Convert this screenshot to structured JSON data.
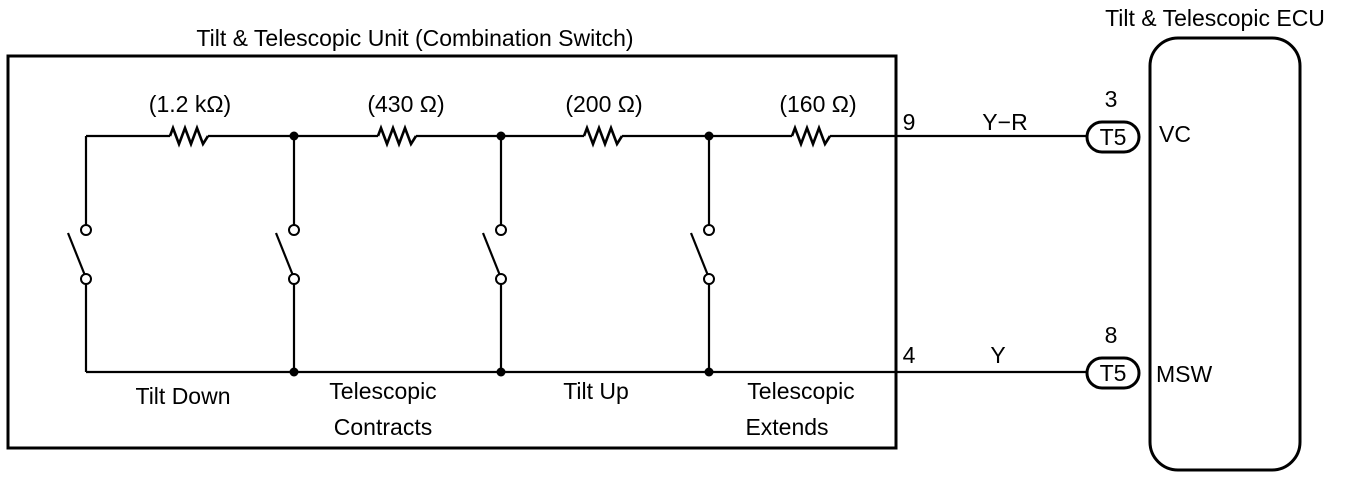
{
  "unit": {
    "title": "Tilt & Telescopic Unit (Combination Switch)"
  },
  "ecu": {
    "title": "Tilt & Telescopic ECU"
  },
  "resistors": [
    {
      "value": "(1.2 kΩ)"
    },
    {
      "value": "(430 Ω)"
    },
    {
      "value": "(200 Ω)"
    },
    {
      "value": "(160 Ω)"
    }
  ],
  "switches": [
    {
      "label_lines": [
        "Tilt Down"
      ]
    },
    {
      "label_lines": [
        "Telescopic",
        "Contracts"
      ]
    },
    {
      "label_lines": [
        "Tilt Up"
      ]
    },
    {
      "label_lines": [
        "Telescopic",
        "Extends"
      ]
    }
  ],
  "wires": [
    {
      "unit_pin": "9",
      "color": "Y−R",
      "connector": "T5",
      "ecu_pin": "3",
      "ecu_terminal": "VC"
    },
    {
      "unit_pin": "4",
      "color": "Y",
      "connector": "T5",
      "ecu_pin": "8",
      "ecu_terminal": "MSW"
    }
  ]
}
